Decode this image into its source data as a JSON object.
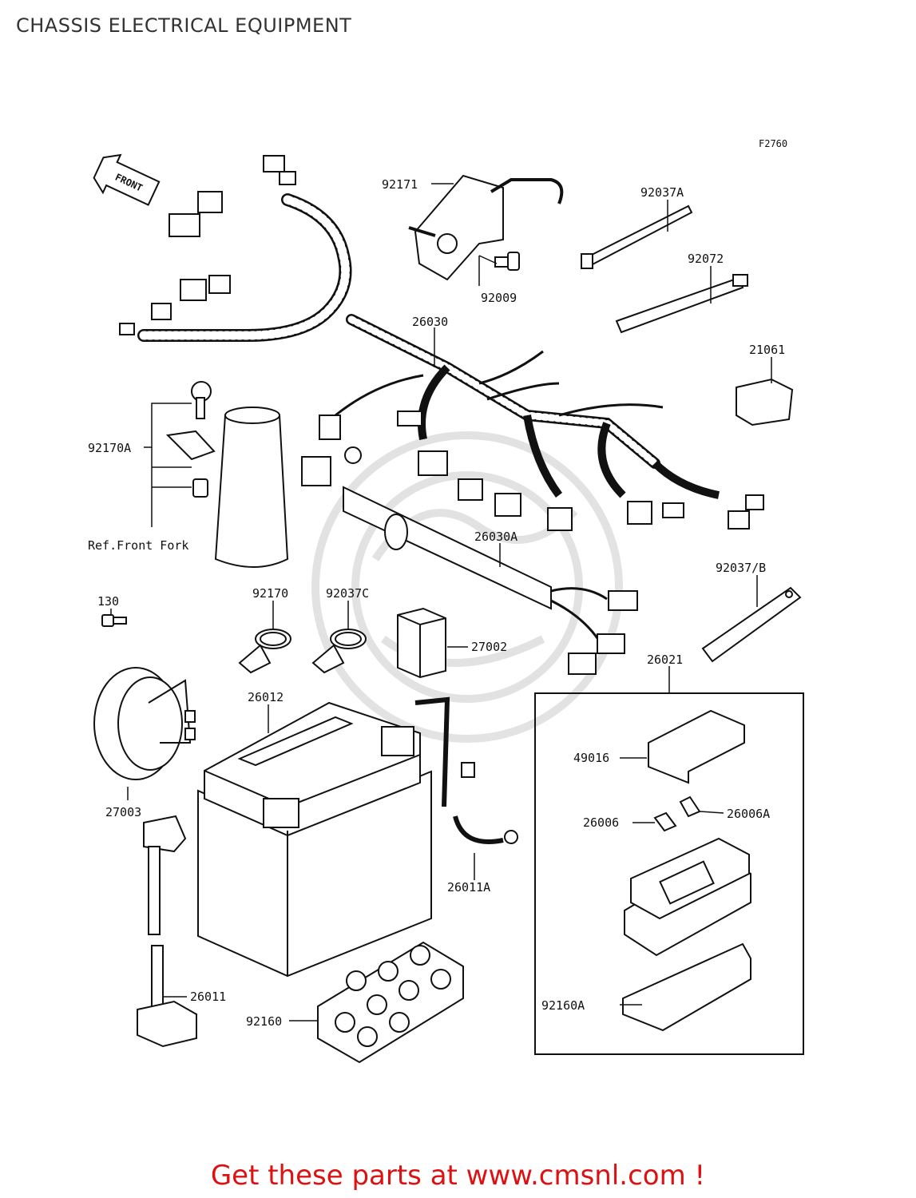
{
  "page": {
    "title": "CHASSIS ELECTRICAL EQUIPMENT"
  },
  "diagram": {
    "figure_code": "F2760",
    "front_arrow_text": "FRONT",
    "reference_note": "Ref.Front Fork",
    "parts": [
      {
        "id": "p92171",
        "label": "92171"
      },
      {
        "id": "p92009",
        "label": "92009"
      },
      {
        "id": "p92037A",
        "label": "92037A"
      },
      {
        "id": "p92072",
        "label": "92072"
      },
      {
        "id": "p26030",
        "label": "26030"
      },
      {
        "id": "p21061",
        "label": "21061"
      },
      {
        "id": "p92170A",
        "label": "92170A"
      },
      {
        "id": "p26030A",
        "label": "26030A"
      },
      {
        "id": "p92037B",
        "label": "92037/B"
      },
      {
        "id": "p130",
        "label": "130"
      },
      {
        "id": "p92170",
        "label": "92170"
      },
      {
        "id": "p92037C",
        "label": "92037C"
      },
      {
        "id": "p27002",
        "label": "27002"
      },
      {
        "id": "p26021",
        "label": "26021"
      },
      {
        "id": "p26012",
        "label": "26012"
      },
      {
        "id": "p49016",
        "label": "49016"
      },
      {
        "id": "p27003",
        "label": "27003"
      },
      {
        "id": "p26006",
        "label": "26006"
      },
      {
        "id": "p26006A",
        "label": "26006A"
      },
      {
        "id": "p26011A",
        "label": "26011A"
      },
      {
        "id": "p26011",
        "label": "26011"
      },
      {
        "id": "p92160A",
        "label": "92160A"
      },
      {
        "id": "p92160",
        "label": "92160"
      }
    ]
  },
  "footer": {
    "promo_text": "Get these parts at www.cmsnl.com !"
  }
}
